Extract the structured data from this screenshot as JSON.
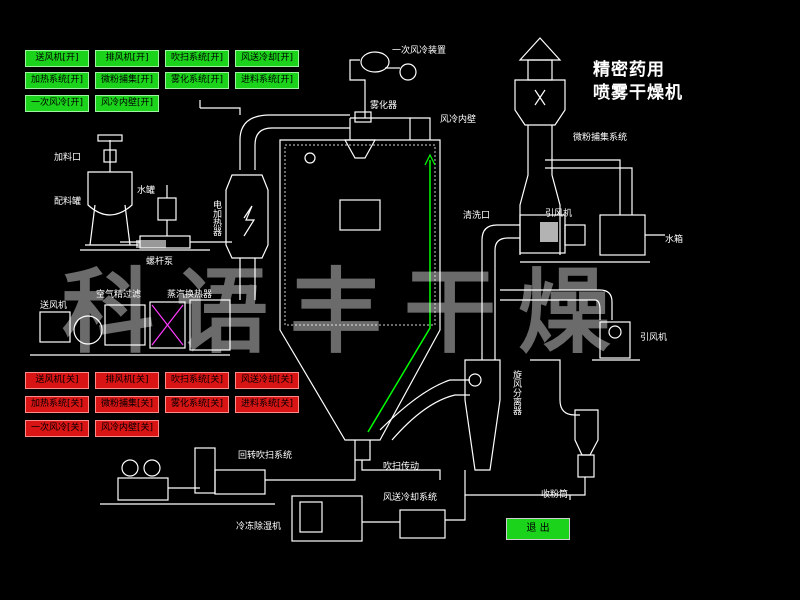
{
  "title": {
    "line1": "精密药用",
    "line2": "喷雾干燥机"
  },
  "watermark": "科语丰干燥",
  "on_buttons": [
    "送风机[开]",
    "排风机[开]",
    "吹扫系统[开]",
    "风送冷却[开]",
    "加热系统[开]",
    "微粉捕集[开]",
    "雾化系统[开]",
    "进料系统[开]",
    "一次风冷[开]",
    "风冷内壁[开]"
  ],
  "off_buttons": [
    "送风机[关]",
    "排风机[关]",
    "吹扫系统[关]",
    "风送冷却[关]",
    "加热系统[关]",
    "微粉捕集[关]",
    "雾化系统[关]",
    "进料系统[关]",
    "一次风冷[关]",
    "风冷内壁[关]"
  ],
  "exit_label": "退 出",
  "labels": {
    "primary_cooling": "一次风冷装置",
    "atomizer": "雾化器",
    "wall_cooling": "风冷内壁",
    "feed_port": "加料口",
    "mixing_tank": "配料罐",
    "water_tank_small": "水罐",
    "screw_pump": "螺杆泵",
    "air_filter": "空气精过滤",
    "steam_exchanger": "蒸汽换热器",
    "blower": "送风机",
    "electric_heater": "电加热器",
    "micro_powder": "微粉捕集系统",
    "induced_fan_top": "引风机",
    "water_tank": "水箱",
    "cleaning_port": "清洗口",
    "cyclone": "旋风分离器",
    "induced_fan_right": "引风机",
    "rotary_purge": "回转吹扫系统",
    "purge_drive": "吹扫传动",
    "air_cooling_system": "风送冷却系统",
    "powder_collector": "收粉筒",
    "freeze_dehumidifier": "冷冻除湿机"
  },
  "colors": {
    "on": "#1bd31b",
    "off": "#d91414",
    "line": "#ffffff",
    "accent": "#00ff00"
  }
}
